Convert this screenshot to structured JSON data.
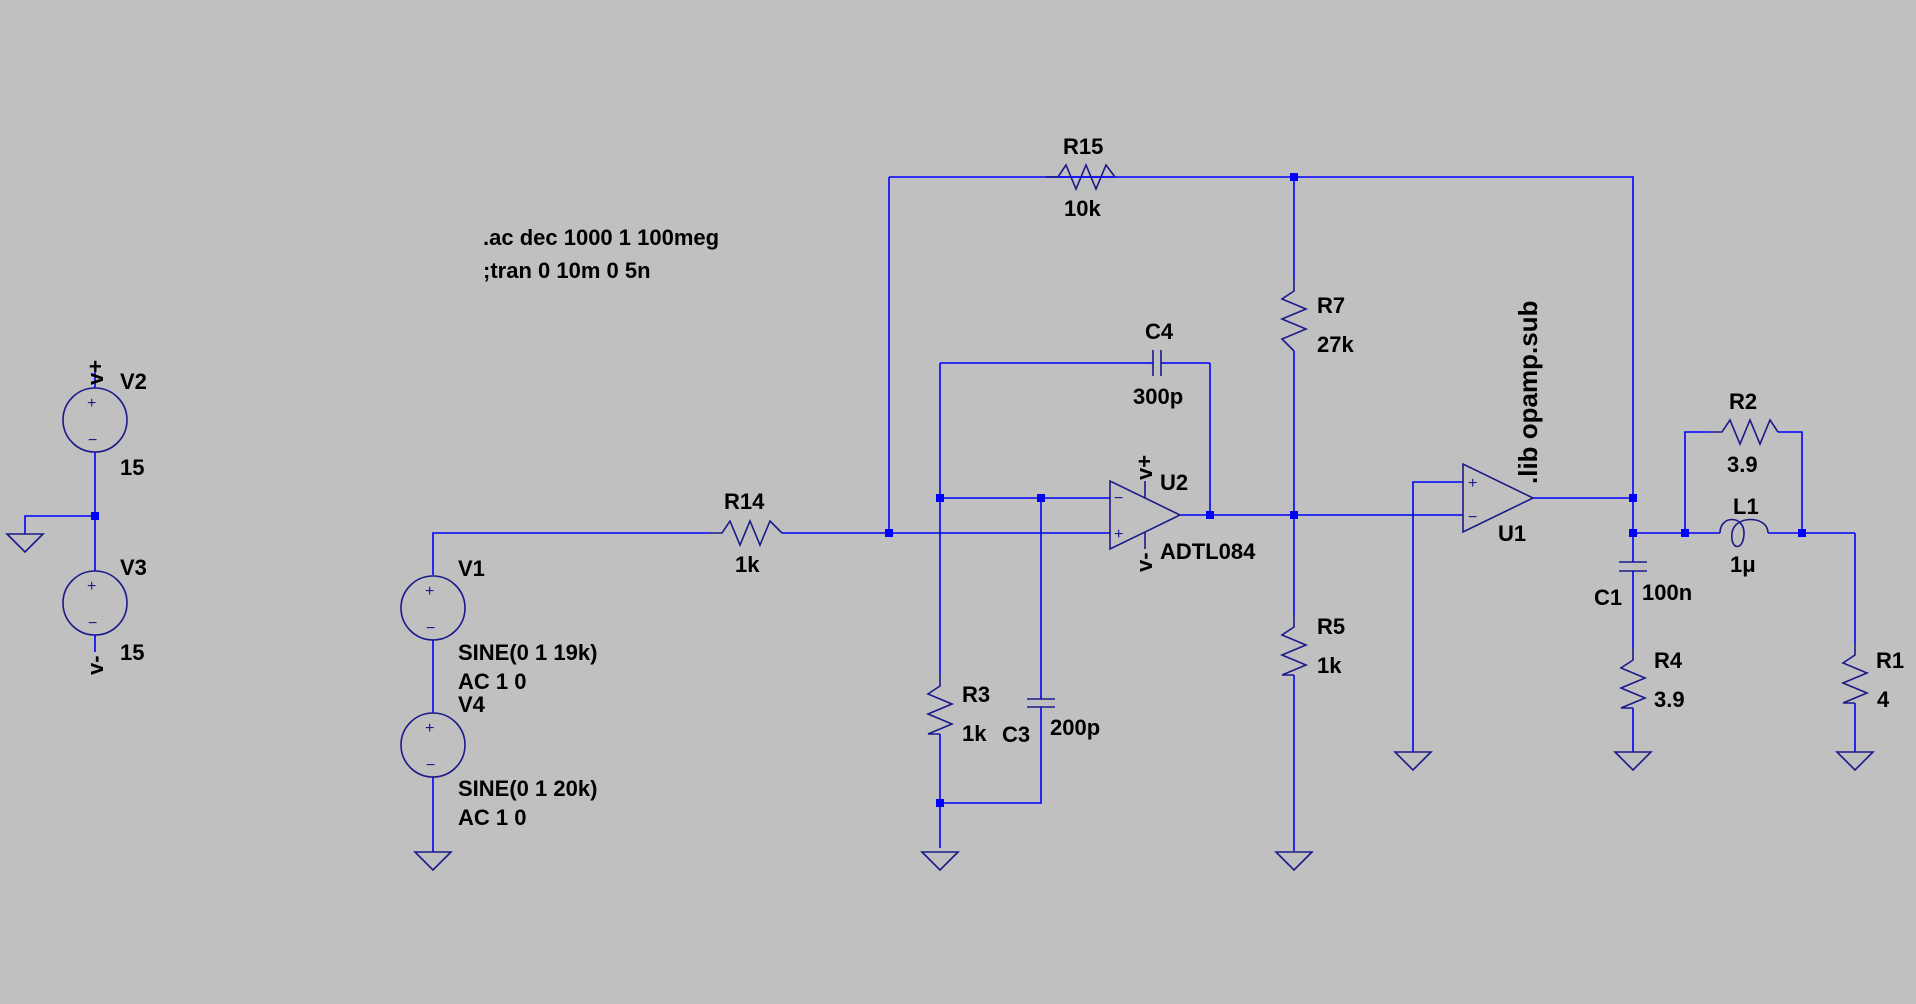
{
  "directives": [
    ".ac dec 1000 1 100meg",
    ";tran 0 10m 0 5n"
  ],
  "components": {
    "V2": {
      "name": "V2",
      "value": "15",
      "net": "v+"
    },
    "V3": {
      "name": "V3",
      "value": "15",
      "net": "v-"
    },
    "V1": {
      "name": "V1",
      "value": "SINE(0 1 19k)",
      "ac": "AC 1 0"
    },
    "V4": {
      "name": "V4",
      "value": "SINE(0 1 20k)",
      "ac": "AC 1 0"
    },
    "R14": {
      "name": "R14",
      "value": "1k"
    },
    "R15": {
      "name": "R15",
      "value": "10k"
    },
    "R3": {
      "name": "R3",
      "value": "1k"
    },
    "C3": {
      "name": "C3",
      "value": "200p"
    },
    "C4": {
      "name": "C4",
      "value": "300p"
    },
    "U2": {
      "name": "U2",
      "model": "ADTL084",
      "vplus": "v+",
      "vminus": "v-"
    },
    "R7": {
      "name": "R7",
      "value": "27k"
    },
    "R5": {
      "name": "R5",
      "value": "1k"
    },
    "U1": {
      "name": "U1",
      "lib": ".lib opamp.sub"
    },
    "C1": {
      "name": "C1",
      "value": "100n"
    },
    "R4": {
      "name": "R4",
      "value": "3.9"
    },
    "R2": {
      "name": "R2",
      "value": "3.9"
    },
    "L1": {
      "name": "L1",
      "value": "1μ"
    },
    "R1": {
      "name": "R1",
      "value": "4"
    }
  }
}
